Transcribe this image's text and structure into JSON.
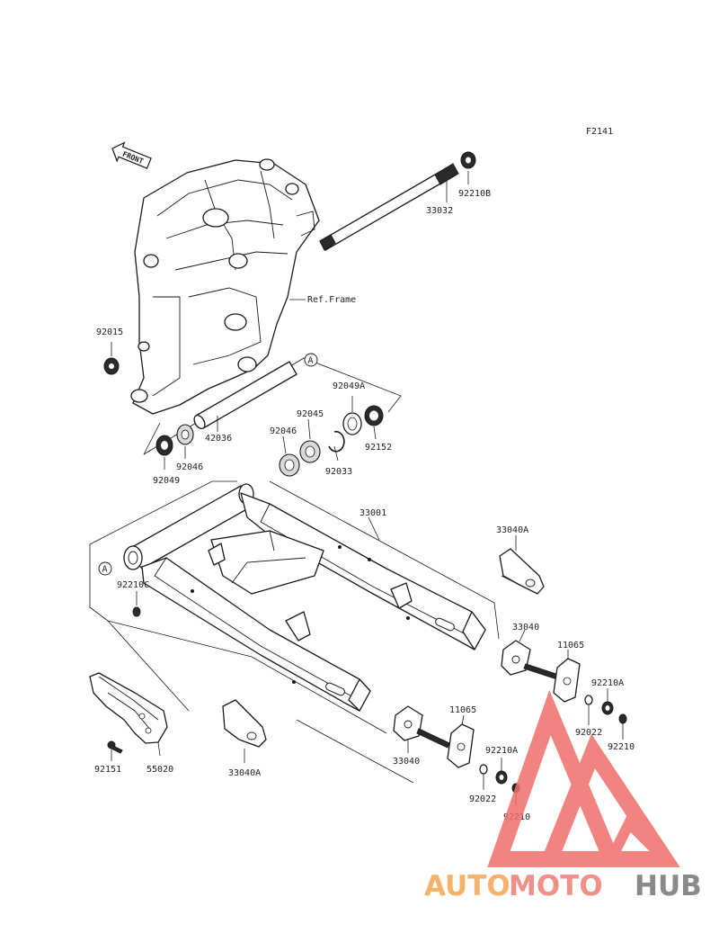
{
  "figure_code": "F2141",
  "front_arrow": "FRONT",
  "ref_label": "Ref.Frame",
  "callout_letter": "A",
  "watermark": {
    "part1": "AUTO",
    "part2": "MOTO",
    "part3": "HUB",
    "color1": "#f5b26b",
    "color2": "#f0908a",
    "color3": "#8a8a8a",
    "logo_color": "#ef6f6c"
  },
  "labels": {
    "p92210B": "92210B",
    "p33032": "33032",
    "p92015": "92015",
    "p92049A": "92049A",
    "p92045": "92045",
    "p92046a": "92046",
    "p92046b": "92046",
    "p42036": "42036",
    "p92152": "92152",
    "p92033": "92033",
    "p92049": "92049",
    "p33001": "33001",
    "p33040A_top": "33040A",
    "p92210C": "92210C",
    "p33040_right": "33040",
    "p11065_right": "11065",
    "p92210A_right": "92210A",
    "p92022_right": "92022",
    "p92210_right": "92210",
    "p11065_left": "11065",
    "p92210A_left": "92210A",
    "p92022_left": "92022",
    "p92210_left": "92210",
    "p33040_left": "33040",
    "p92151": "92151",
    "p55020": "55020",
    "p33040A_bottom": "33040A"
  }
}
